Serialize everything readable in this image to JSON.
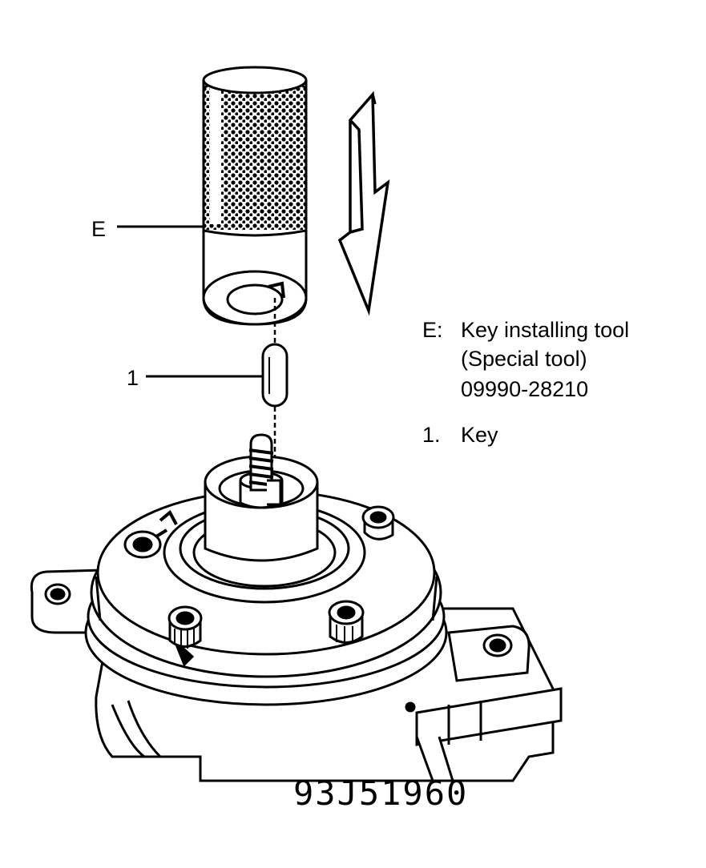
{
  "callouts": {
    "tool": "E",
    "key": "1"
  },
  "legend": {
    "tool_prefix": "E:",
    "tool_name": "Key installing tool",
    "tool_type": "(Special tool)",
    "tool_number": "09990-28210",
    "key_prefix": "1.",
    "key_name": "Key"
  },
  "figure_code": "93J51960",
  "colors": {
    "ink": "#000000",
    "paper": "#ffffff"
  },
  "icons": [
    "down-arrow-icon"
  ]
}
